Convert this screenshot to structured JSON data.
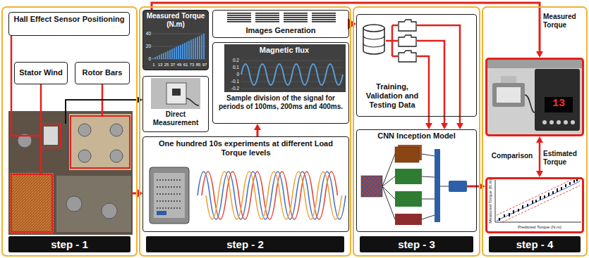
{
  "diagram": {
    "nodes": [
      {
        "text": [
          "step - 1"
        ]
      },
      {
        "text": [
          "Hall Effect Sensor Positioning"
        ],
        "in": 0
      },
      {
        "text": [
          "Stator Wind"
        ],
        "in": 0
      },
      {
        "text": [
          "Rotor Bars"
        ],
        "in": 0
      },
      {
        "text": [
          "step - 2"
        ]
      },
      {
        "text": [
          "Measured Torque (N.m)"
        ],
        "in": 4
      },
      {
        "text": [
          "Images Generation"
        ],
        "in": 4
      },
      {
        "text": [
          "Magnetic flux",
          "Sample division of the signal for periods of 100ms, 200ms and 400ms."
        ],
        "in": 4
      },
      {
        "text": [
          "Direct Measurement"
        ],
        "in": 4
      },
      {
        "text": [
          "One hundred 10s experiments at different Load Torque levels"
        ],
        "in": 4
      },
      {
        "text": [
          "step - 3"
        ]
      },
      {
        "text": [
          "Training, Validation and Testing Data"
        ],
        "in": 10
      },
      {
        "text": [
          "CNN Inception Model"
        ],
        "in": 10
      },
      {
        "text": [
          "step - 4"
        ]
      },
      {
        "text": [
          "Measured Torque"
        ],
        "in": 13
      },
      {
        "text": [
          "Estimated Torque"
        ],
        "in": 13
      }
    ],
    "edges": [
      {
        "from": 5,
        "to": 14,
        "arrow": "to"
      },
      {
        "from": 9,
        "to": 7,
        "arrow": "to"
      },
      {
        "from": 6,
        "to": 11,
        "arrow": "to"
      },
      {
        "from": 11,
        "to": 12,
        "arrow": "to"
      },
      {
        "from": 11,
        "to": 12,
        "arrow": "to"
      },
      {
        "from": 11,
        "to": 12,
        "arrow": "to"
      },
      {
        "from": 12,
        "to": 15,
        "arrow": "to"
      },
      {
        "from": 14,
        "to": 15,
        "label": "Comparison",
        "arrow": "both"
      }
    ],
    "labels": [
      "40",
      "20",
      "0",
      "1",
      "13",
      "25",
      "37",
      "49",
      "61",
      "73",
      "85",
      "97",
      "0.2",
      "0.1",
      "0",
      "-0.1",
      "-0.2",
      "13",
      "Measured Torque (N.m)",
      "Predicted Torque (N.m)"
    ]
  }
}
